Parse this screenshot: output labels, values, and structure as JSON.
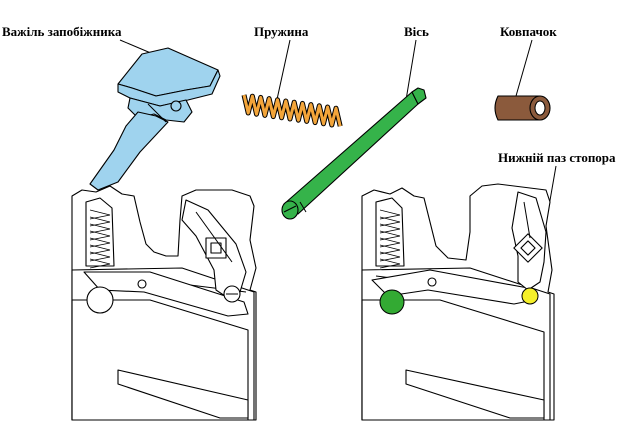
{
  "labels": {
    "safety_lever": "Важіль запобіжника",
    "spring": "Пружина",
    "axle": "Вісь",
    "cap": "Ковпачок",
    "lower_groove": "Нижній паз стопора"
  },
  "colors": {
    "lever": "#9fd3ee",
    "spring": "#f3a53a",
    "axle": "#35b34a",
    "cap": "#8b5a3c",
    "green_marker": "#33aa33",
    "yellow_marker": "#f5f02a"
  }
}
